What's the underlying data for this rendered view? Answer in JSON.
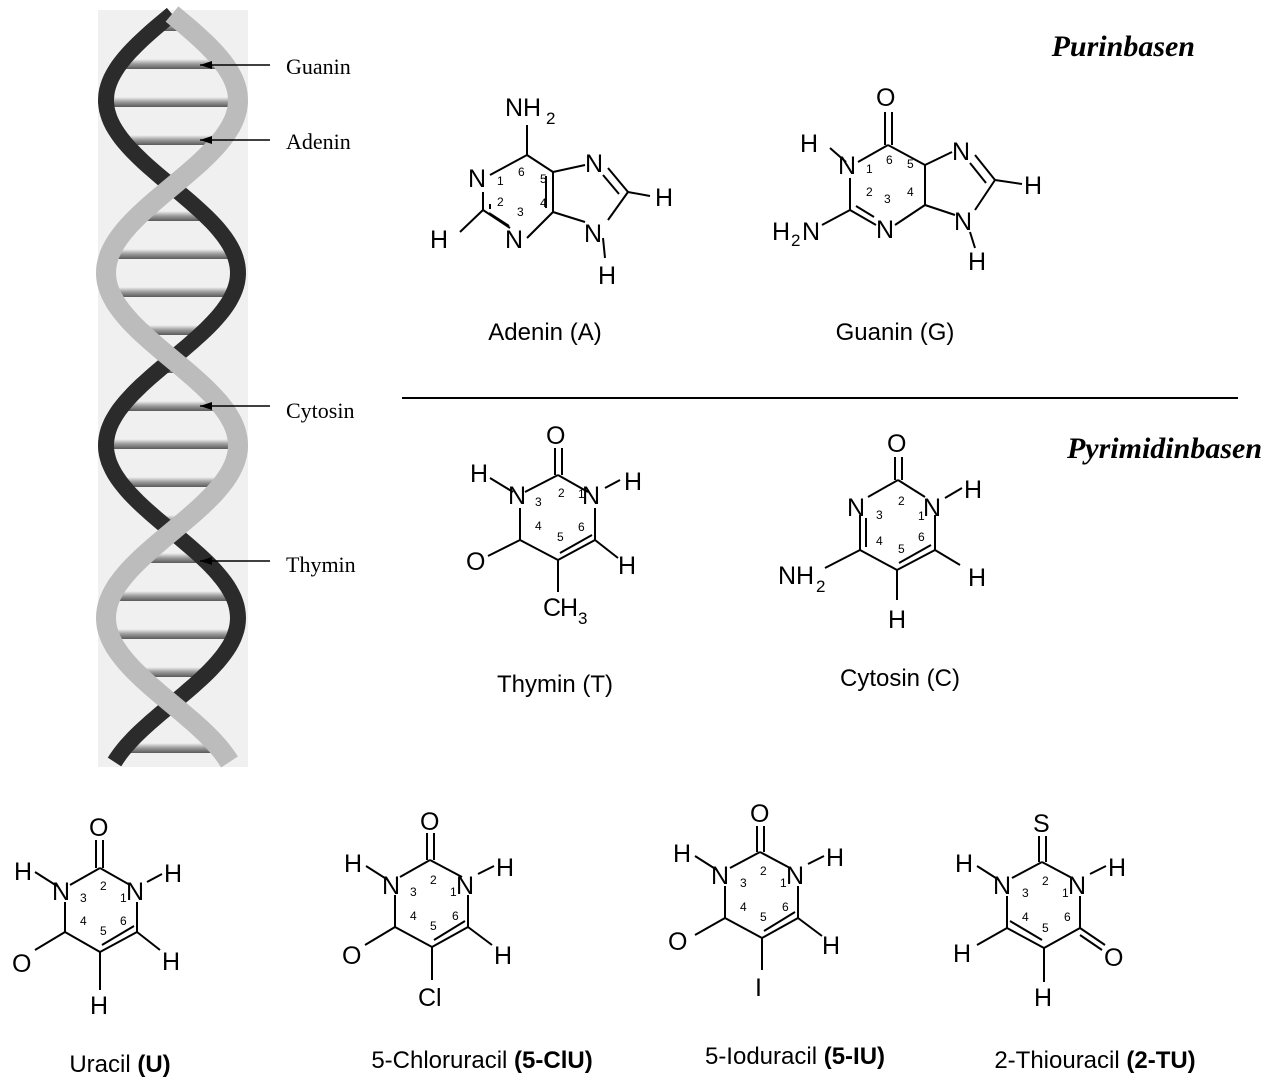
{
  "headings": {
    "purines": "Purinbasen",
    "pyrimidines": "Pyrimidinbasen"
  },
  "helix_labels": [
    "Guanin",
    "Adenin",
    "Cytosin",
    "Thymin"
  ],
  "molecules": {
    "adenine": {
      "name": "Adenin (A)"
    },
    "guanine": {
      "name": "Guanin (G)"
    },
    "thymine": {
      "name": "Thymin (T)"
    },
    "cytosine": {
      "name": "Cytosin (C)"
    },
    "uracil": {
      "name": "Uracil ",
      "abbr": "(U)"
    },
    "chlorouracil": {
      "name": "5-Chloruracil ",
      "abbr": "(5-ClU)"
    },
    "iodouracil": {
      "name": "5-Ioduracil ",
      "abbr": "(5-IU)"
    },
    "thiouracil": {
      "name": "2-Thiouracil ",
      "abbr": "(2-TU)"
    }
  },
  "atoms": {
    "N": "N",
    "H": "H",
    "O": "O",
    "S": "S",
    "Cl": "Cl",
    "I": "I",
    "C": "C",
    "NH": "NH",
    "H2N_H": "H",
    "sub2": "2",
    "sub3": "3"
  },
  "ring_numbers": [
    "1",
    "2",
    "3",
    "4",
    "5",
    "6"
  ],
  "colors": {
    "ink": "#000000",
    "helix_light": "#bdbdbd",
    "helix_dark": "#2a2a2a"
  }
}
